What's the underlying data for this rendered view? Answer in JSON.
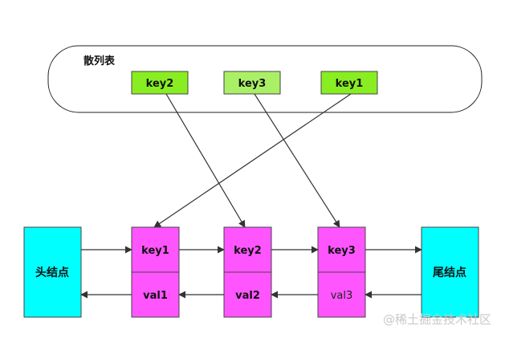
{
  "hash_table": {
    "label": "散列表",
    "keys": [
      "key2",
      "key3",
      "key1"
    ],
    "key_colors": [
      "#88ee22",
      "#aaf066",
      "#88ee22"
    ]
  },
  "linked_list": {
    "head": "头结点",
    "tail": "尾结点",
    "sentinel_color": "#00ffff",
    "node_color": "#ff55ff",
    "nodes": [
      {
        "key": "key1",
        "val": "val1"
      },
      {
        "key": "key2",
        "val": "val2"
      },
      {
        "key": "key3",
        "val": "val3"
      }
    ]
  },
  "watermark": "@稀土掘金技术社区"
}
